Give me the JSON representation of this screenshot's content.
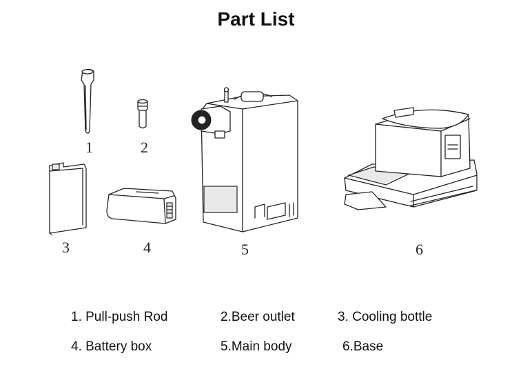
{
  "title": "Part List",
  "parts": [
    {
      "number": "1",
      "label": "1.  Pull-push Rod"
    },
    {
      "number": "2",
      "label": "2.Beer outlet"
    },
    {
      "number": "3",
      "label": "3. Cooling bottle"
    },
    {
      "number": "4",
      "label": "4. Battery box"
    },
    {
      "number": "5",
      "label": "5.Main body"
    },
    {
      "number": "6",
      "label": "6.Base"
    }
  ]
}
